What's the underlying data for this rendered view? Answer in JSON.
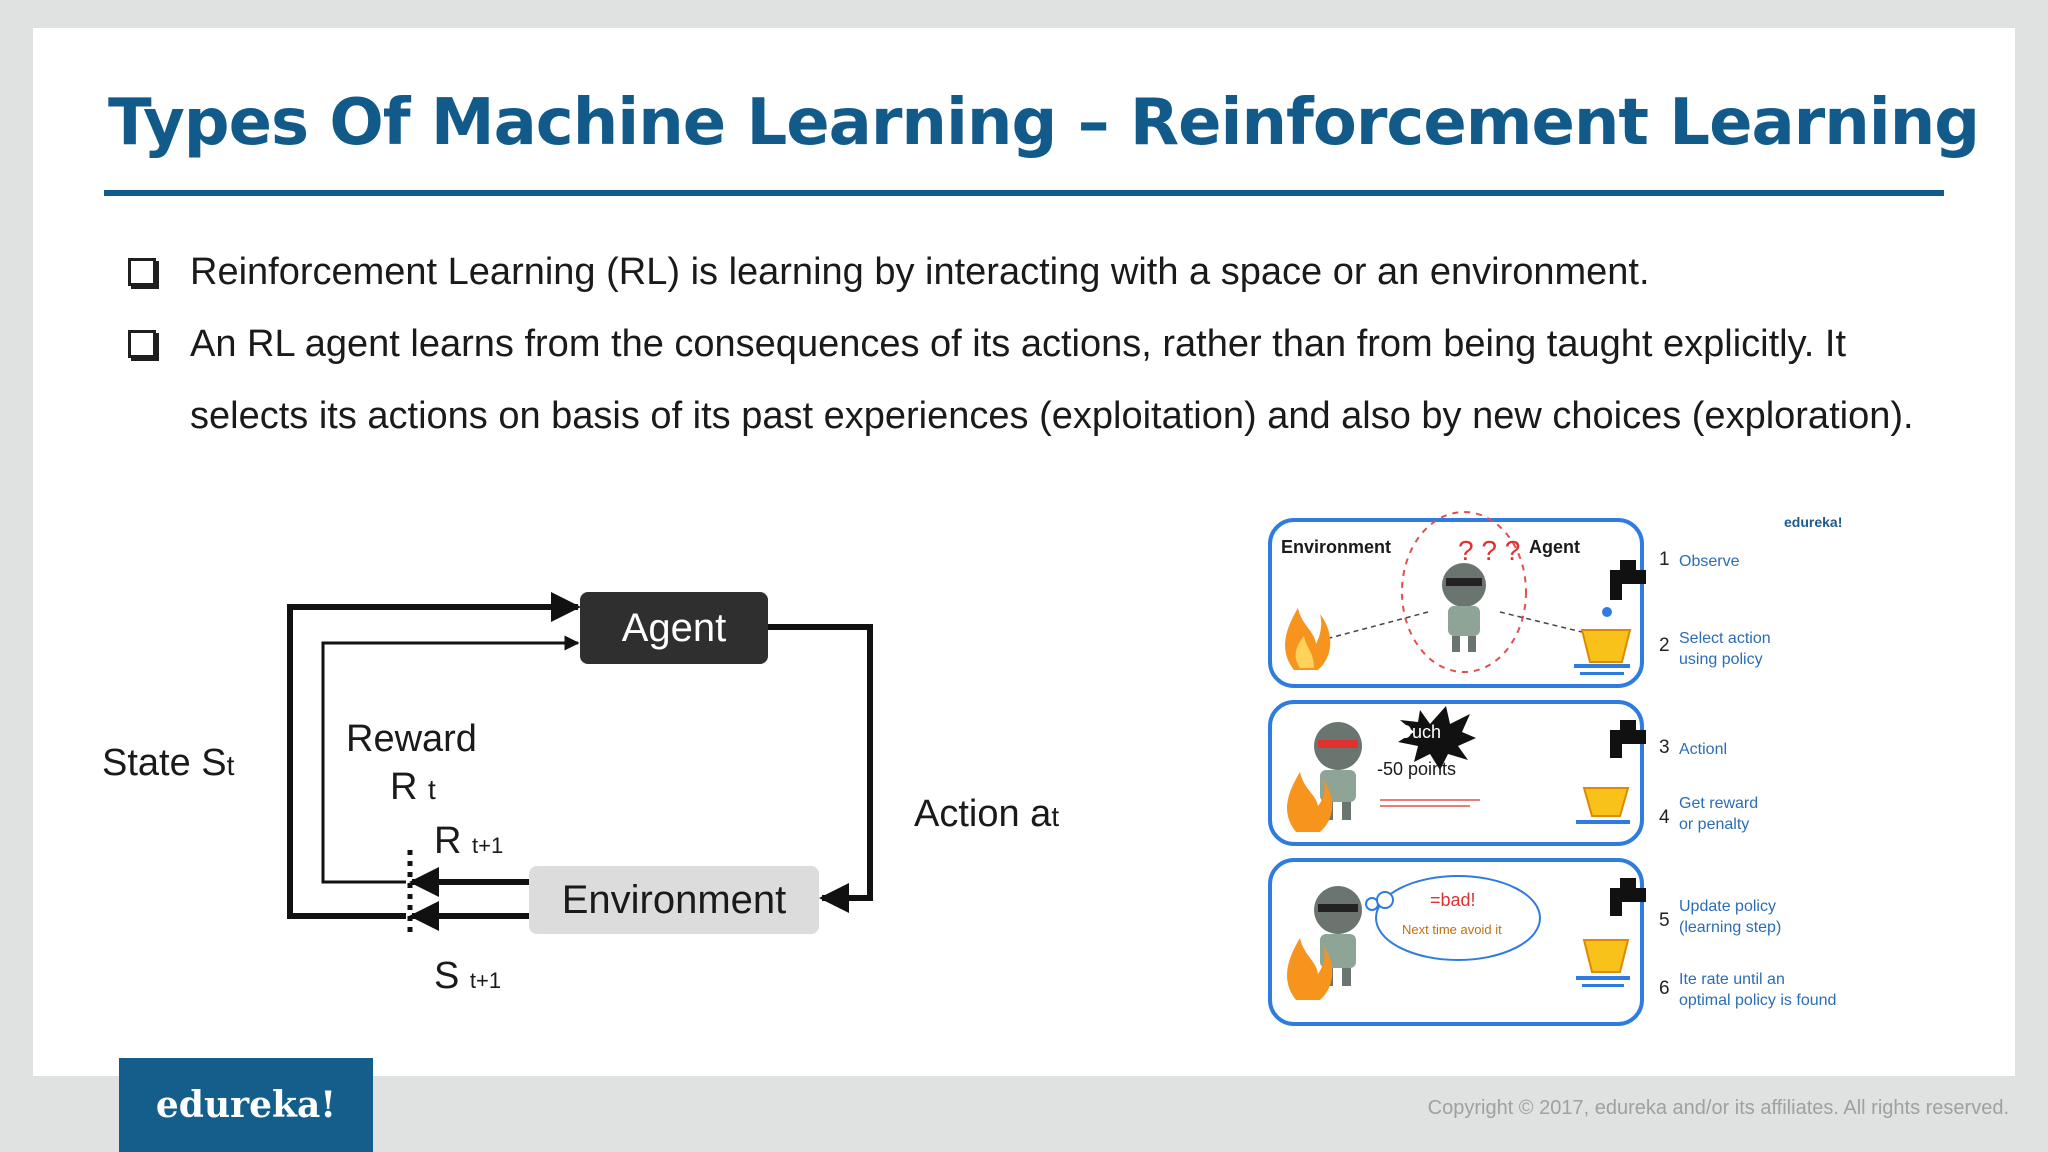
{
  "title": "Types Of Machine Learning – Reinforcement Learning",
  "bullets": [
    "Reinforcement Learning (RL) is learning by interacting with a space or an environment.",
    "An RL agent learns from the consequences of its actions, rather than from being taught explicitly. It selects its actions on basis of its past experiences (exploitation) and also by new choices (exploration)."
  ],
  "diagram": {
    "agent": "Agent",
    "environment": "Environment",
    "state": "State S",
    "state_sub": "t",
    "reward_word": "Reward",
    "reward_r": "R",
    "reward_sub": "t",
    "r_next": "R",
    "r_next_sub": "t+1",
    "s_next": "S",
    "s_next_sub": "t+1",
    "action": "Action a",
    "action_sub": "t"
  },
  "illustration": {
    "brand": "edureka!",
    "panel1_env": "Environment",
    "panel1_agent": "Agent",
    "ouch": "Ouch",
    "points": "-50 points",
    "bad": "=bad!",
    "avoid": "Next time avoid it",
    "steps": [
      {
        "num": "1",
        "text": "Observe"
      },
      {
        "num": "2",
        "text": "Select action\nusing policy"
      },
      {
        "num": "3",
        "text": "Actionl"
      },
      {
        "num": "4",
        "text": "Get reward\nor penalty"
      },
      {
        "num": "5",
        "text": "Update policy\n(learning step)"
      },
      {
        "num": "6",
        "text": "Ite rate until an\noptimal policy is found"
      }
    ],
    "accent": "#2f7ce0",
    "step_color": "#2a6db5"
  },
  "footer": {
    "logo": "edureka!",
    "copyright": "Copyright © 2017, edureka and/or its affiliates. All rights reserved."
  }
}
